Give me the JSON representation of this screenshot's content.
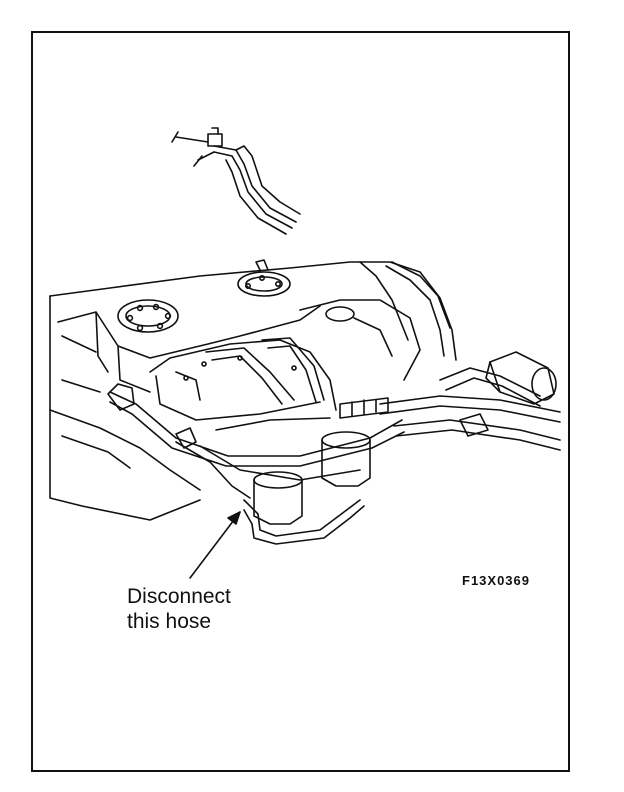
{
  "figure": {
    "callout_line1": "Disconnect",
    "callout_line2": "this hose",
    "figure_id": "F13X0369"
  },
  "colors": {
    "ink": "#111111",
    "paper": "#ffffff"
  },
  "icons": [
    "fuel-tank-drawing",
    "connector-detail-drawing",
    "leader-arrow-icon"
  ]
}
